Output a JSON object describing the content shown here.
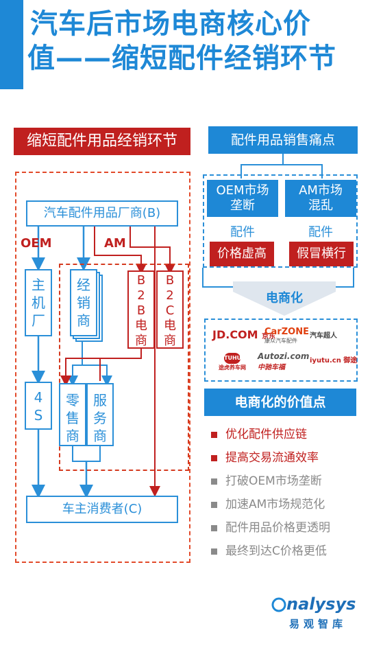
{
  "title": {
    "line1": "汽车后市场电商核心价",
    "line2": "值——缩短配件经销环节"
  },
  "left_panel": {
    "header": "缩短配件用品经销环节",
    "manufacturer": "汽车配件用品厂商(B)",
    "oem_label": "OEM",
    "am_label": "AM",
    "oem_plant": [
      "主",
      "机",
      "厂"
    ],
    "four_s": [
      "4",
      "S"
    ],
    "distributor": [
      "经",
      "销",
      "商"
    ],
    "b2b": [
      "B",
      "2",
      "B",
      "电",
      "商"
    ],
    "b2c": [
      "B",
      "2",
      "C",
      "电",
      "商"
    ],
    "retailer": [
      "零",
      "售",
      "商"
    ],
    "service": [
      "服",
      "务",
      "商"
    ],
    "consumer": "车主消费者(C)"
  },
  "right_panel": {
    "header": "配件用品销售痛点",
    "oem_market": "OEM市场\n垄断",
    "am_market": "AM市场\n混乱",
    "oem_parts": "配件",
    "am_parts": "配件",
    "oem_issue": "价格虚高",
    "am_issue": "假冒横行",
    "ecommerce_label": "电商化",
    "logos": [
      "JD.COM",
      "京东",
      "CarZONE",
      "康众汽车配件",
      "汽车超人",
      "TUHU",
      "途虎养车网",
      "Autozi.com",
      "中驰车福",
      "iyutu.cn 御途"
    ],
    "value_header": "电商化的价值点",
    "bullets": [
      {
        "text": "优化配件供应链",
        "color": "#c0201f"
      },
      {
        "text": "提高交易流通效率",
        "color": "#c0201f"
      },
      {
        "text": "打破OEM市场垄断",
        "color": "#8a8a8a"
      },
      {
        "text": "加速AM市场规范化",
        "color": "#8a8a8a"
      },
      {
        "text": "配件用品价格更透明",
        "color": "#8a8a8a"
      },
      {
        "text": "最终到达C价格更低",
        "color": "#8a8a8a"
      }
    ]
  },
  "brand": {
    "name": "nalysys",
    "sub": "易观智库"
  },
  "colors": {
    "blue": "#1e88d6",
    "red": "#c0201f",
    "gray": "#8a8a8a"
  }
}
